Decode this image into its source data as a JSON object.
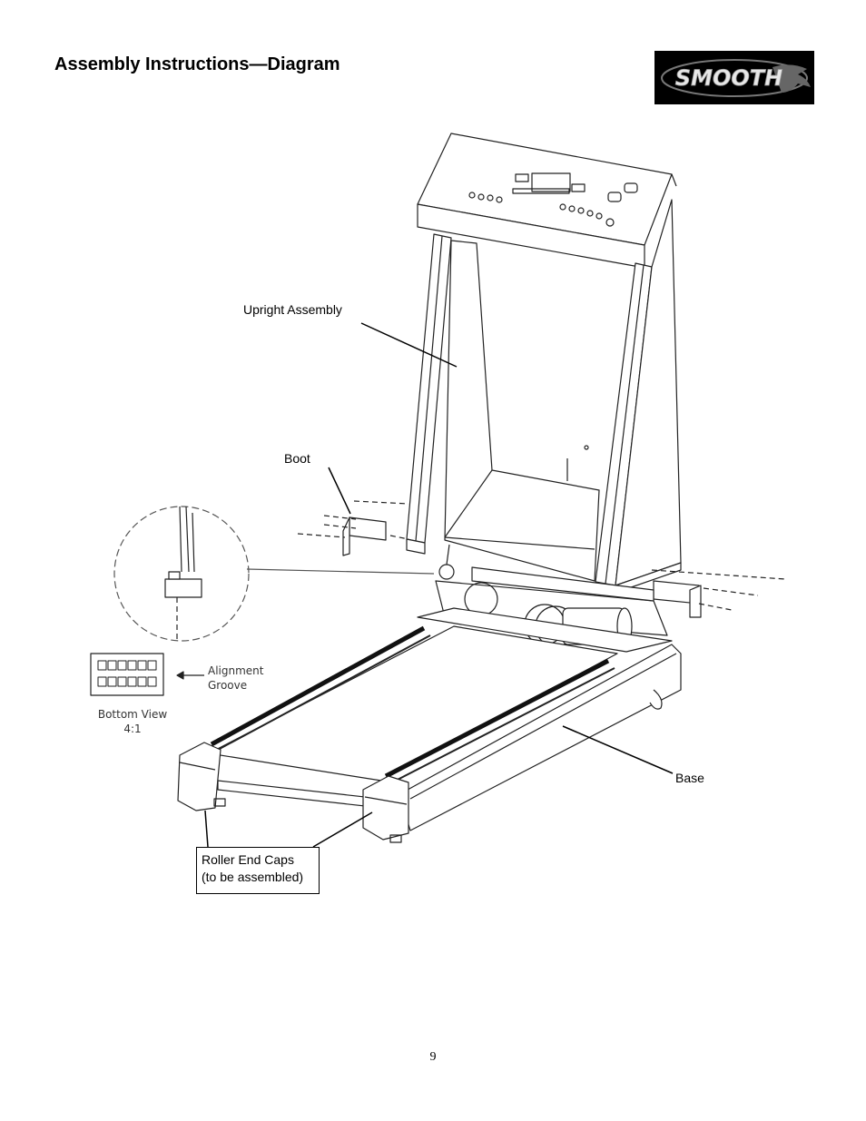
{
  "header": {
    "title": "Assembly Instructions—Diagram",
    "logo_text": "SMOOTH"
  },
  "labels": {
    "upright_assembly": "Upright Assembly",
    "boot": "Boot",
    "base": "Base",
    "alignment_groove_line1": "Alignment",
    "alignment_groove_line2": "Groove",
    "bottom_view_line1": "Bottom View",
    "bottom_view_line2": "4:1",
    "roller_end_caps_line1": "Roller End Caps",
    "roller_end_caps_line2": "(to be assembled)"
  },
  "footer": {
    "page_number": "9"
  }
}
